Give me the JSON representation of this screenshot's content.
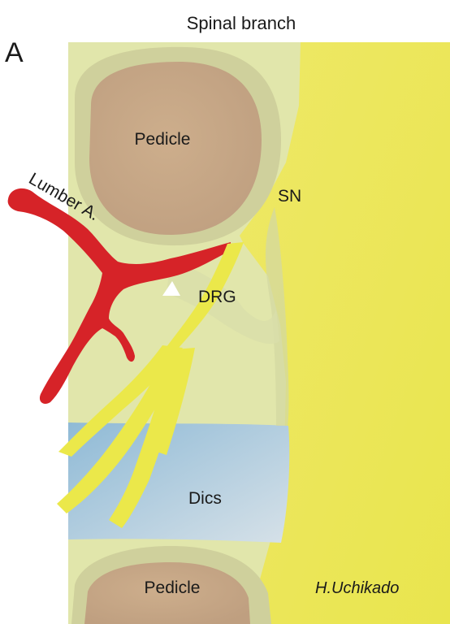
{
  "figure": {
    "title": "Spinal branch",
    "panel_letter": "A",
    "credit": "H.Uchikado"
  },
  "labels": {
    "pedicle_upper": "Pedicle",
    "pedicle_lower": "Pedicle",
    "artery": "Lumber A.",
    "spinal_nerve": "SN",
    "ganglion": "DRG",
    "disc": "Dics"
  },
  "colors": {
    "background_field": "#e1e6ab",
    "yellow_region": "#ece863",
    "pedicle_fill": "#c8aa8a",
    "pedicle_rim": "#cccc9e",
    "artery": "#d62328",
    "nerve": "#ebe84a",
    "disc": "#a8c9dc",
    "marker": "#ffffff"
  }
}
